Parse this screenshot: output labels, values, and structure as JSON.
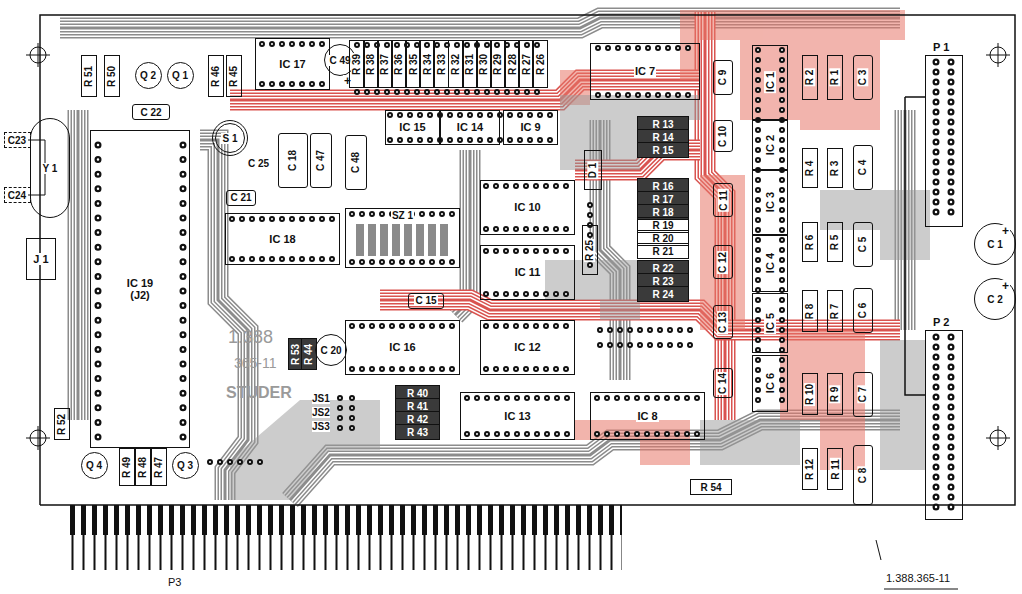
{
  "diagram": {
    "nodes": [
      {
        "text": [
          "R 51"
        ]
      },
      {
        "text": [
          "R 50"
        ]
      },
      {
        "text": [
          "Q 2"
        ]
      },
      {
        "text": [
          "Q 1"
        ]
      },
      {
        "text": [
          "R 46"
        ]
      },
      {
        "text": [
          "R 45"
        ]
      },
      {
        "text": [
          "IC 17"
        ]
      },
      {
        "text": [
          "C 49",
          "+"
        ]
      },
      {
        "text": [
          "R 39"
        ]
      },
      {
        "text": [
          "R 38"
        ]
      },
      {
        "text": [
          "R 37"
        ]
      },
      {
        "text": [
          "R 36"
        ]
      },
      {
        "text": [
          "R 35"
        ]
      },
      {
        "text": [
          "R 34"
        ]
      },
      {
        "text": [
          "R 33"
        ]
      },
      {
        "text": [
          "R 32"
        ]
      },
      {
        "text": [
          "R 31"
        ]
      },
      {
        "text": [
          "R 30"
        ]
      },
      {
        "text": [
          "R 29"
        ]
      },
      {
        "text": [
          "R 28"
        ]
      },
      {
        "text": [
          "R 27"
        ]
      },
      {
        "text": [
          "R 26"
        ]
      },
      {
        "text": [
          "C 22"
        ]
      },
      {
        "text": [
          "IC 7"
        ]
      },
      {
        "text": [
          "C 9"
        ]
      },
      {
        "text": [
          "IC 1"
        ]
      },
      {
        "text": [
          "R 2"
        ]
      },
      {
        "text": [
          "R 1"
        ]
      },
      {
        "text": [
          "C 3"
        ]
      },
      {
        "text": [
          "P 1"
        ]
      },
      {
        "text": [
          "C23"
        ]
      },
      {
        "text": [
          "Y 1"
        ]
      },
      {
        "text": [
          "C24"
        ]
      },
      {
        "text": [
          "IC 19 (J2)"
        ]
      },
      {
        "text": [
          "S 1"
        ]
      },
      {
        "text": [
          "C 18"
        ]
      },
      {
        "text": [
          "C 47"
        ]
      },
      {
        "text": [
          "C 48"
        ]
      },
      {
        "text": [
          "IC 15"
        ]
      },
      {
        "text": [
          "IC 14"
        ]
      },
      {
        "text": [
          "IC 9"
        ]
      },
      {
        "text": [
          "R 13"
        ]
      },
      {
        "text": [
          "R 14"
        ]
      },
      {
        "text": [
          "R 15"
        ]
      },
      {
        "text": [
          "C 10"
        ]
      },
      {
        "text": [
          "IC 2"
        ]
      },
      {
        "text": [
          "R 4"
        ]
      },
      {
        "text": [
          "R 3"
        ]
      },
      {
        "text": [
          "C 4"
        ]
      },
      {
        "text": [
          "C 21"
        ]
      },
      {
        "text": [
          "IC 18"
        ]
      },
      {
        "text": [
          "SZ 1"
        ]
      },
      {
        "text": [
          "IC 10"
        ]
      },
      {
        "text": [
          "D 1"
        ]
      },
      {
        "text": [
          "R 16"
        ]
      },
      {
        "text": [
          "R 17"
        ]
      },
      {
        "text": [
          "R 18"
        ]
      },
      {
        "text": [
          "R 19"
        ]
      },
      {
        "text": [
          "R 20"
        ]
      },
      {
        "text": [
          "R 21"
        ]
      },
      {
        "text": [
          "R 22"
        ]
      },
      {
        "text": [
          "R 23"
        ]
      },
      {
        "text": [
          "R 24"
        ]
      },
      {
        "text": [
          "C 11"
        ]
      },
      {
        "text": [
          "IC 3"
        ]
      },
      {
        "text": [
          "R 6"
        ]
      },
      {
        "text": [
          "R 5"
        ]
      },
      {
        "text": [
          "C 5"
        ]
      },
      {
        "text": [
          "J 1"
        ]
      },
      {
        "text": [
          "R 25"
        ]
      },
      {
        "text": [
          "IC 11"
        ]
      },
      {
        "text": [
          "C 12"
        ]
      },
      {
        "text": [
          "IC 4"
        ]
      },
      {
        "text": [
          "C 1",
          "+"
        ]
      },
      {
        "text": [
          "C 15"
        ]
      },
      {
        "text": [
          "C 13"
        ]
      },
      {
        "text": [
          "IC 5"
        ]
      },
      {
        "text": [
          "R 8"
        ]
      },
      {
        "text": [
          "R 7"
        ]
      },
      {
        "text": [
          "C 6"
        ]
      },
      {
        "text": [
          "C 2",
          "+"
        ]
      },
      {
        "text": [
          "P 2"
        ]
      },
      {
        "text": [
          "R 53"
        ]
      },
      {
        "text": [
          "R 44"
        ]
      },
      {
        "text": [
          "C 20"
        ]
      },
      {
        "text": [
          "IC 16"
        ]
      },
      {
        "text": [
          "IC 12"
        ]
      },
      {
        "text": [
          "R 40"
        ]
      },
      {
        "text": [
          "R 41"
        ]
      },
      {
        "text": [
          "R 42"
        ]
      },
      {
        "text": [
          "R 43"
        ]
      },
      {
        "text": [
          "IC 13"
        ]
      },
      {
        "text": [
          "IC 8"
        ]
      },
      {
        "text": [
          "C 14"
        ]
      },
      {
        "text": [
          "IC 6"
        ]
      },
      {
        "text": [
          "R 10"
        ]
      },
      {
        "text": [
          "R 9"
        ]
      },
      {
        "text": [
          "C 7"
        ]
      },
      {
        "text": [
          "R 52"
        ]
      },
      {
        "text": [
          "Q 4"
        ]
      },
      {
        "text": [
          "R 49"
        ]
      },
      {
        "text": [
          "R 48"
        ]
      },
      {
        "text": [
          "R 47"
        ]
      },
      {
        "text": [
          "Q 3"
        ]
      },
      {
        "text": [
          "R 54"
        ]
      },
      {
        "text": [
          "R 12"
        ]
      },
      {
        "text": [
          "R 11"
        ]
      },
      {
        "text": [
          "C 8"
        ]
      }
    ],
    "labels": [
      "C 25",
      "1.388",
      "365-11",
      "STUDER",
      "JS1",
      "JS2",
      "JS3",
      "P3",
      "1.388.365-11"
    ]
  }
}
